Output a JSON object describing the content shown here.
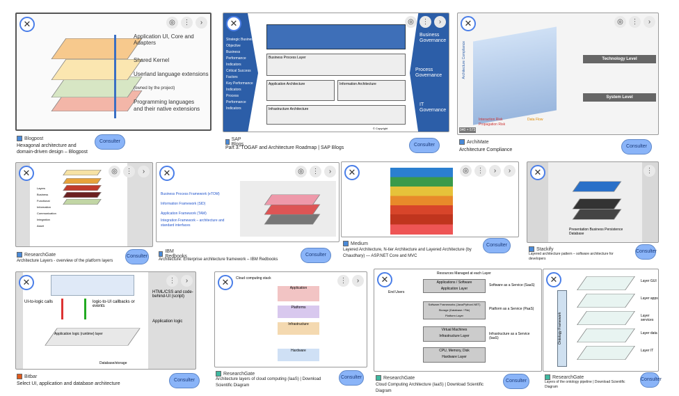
{
  "consult_label": "Consulter",
  "results": [
    {
      "source": "Blogpost",
      "caption": "Hexagonal architecture and domain-driven design – Blogpost",
      "image_texts": [
        "Application UI, Core and Adapters",
        "Shared Kernel",
        "Userland language extensions",
        "(owned by the project)",
        "Programming languages",
        "and their native extensions"
      ]
    },
    {
      "source": "SAP Blogs",
      "caption": "Part 3. TOGAF and Architecture Roadmap | SAP Blogs",
      "image_texts": [
        "Strategic Business Objective",
        "Business Performance Indicators",
        "Critical Success Factors",
        "Key Performance Indicators",
        "Process Performance Indicators",
        "Business Governance",
        "Process Governance",
        "IT Governance",
        "Business Process Layer",
        "Application Architecture",
        "Information Architecture",
        "Infrastructure Architecture",
        "© Copyright"
      ]
    },
    {
      "source": "ArchiMate",
      "caption": "Architecture Compliance",
      "image_texts": [
        "Technology Level",
        "System Level",
        "Architecture Compliance",
        "Interaction Risk",
        "Propagation Risk",
        "Data Flow",
        "940 × 573"
      ]
    },
    {
      "source": "ResearchGate",
      "caption": "Architecture Layers - overview of the platform layers",
      "image_texts": [
        "Layers",
        "Business",
        "Functional",
        "Information",
        "Communication",
        "Integration",
        "Asset"
      ]
    },
    {
      "source": "IBM Redbooks",
      "caption": "Architecture: Enterprise architecture framework – IBM Redbooks",
      "image_texts": [
        "Business Process Framework (eTOM)",
        "Information Framework (SID)",
        "Application Framework (TAM)",
        "Integration Framework – architecture and standard interfaces"
      ]
    },
    {
      "source": "Medium",
      "caption": "Layered Architecture, N-tier Architecture and Layered Architecture (by Chaudhary) — ASP.NET Core and MVC",
      "image_texts": []
    },
    {
      "source": "Stackify",
      "caption": "Layered architecture pattern – software architecture for developers",
      "image_texts": [
        "Presentation",
        "Business",
        "Persistence",
        "Database"
      ]
    },
    {
      "source": "Bitbar",
      "caption": "Select UI, application and database architecture",
      "image_texts": [
        "UI-to-logic calls",
        "logic-to-UI callbacks or events",
        "HTML/CSS and code-behind-UI (script)",
        "Application logic",
        "Application logic (runtime) layer",
        "Database/storage"
      ]
    },
    {
      "source": "ResearchGate",
      "caption": "Architecture layers of cloud computing (IaaS) | Download Scientific Diagram",
      "image_texts": [
        "Cloud computing stack",
        "Application",
        "Platforms",
        "Infrastructure",
        "Hardware"
      ]
    },
    {
      "source": "ResearchGate",
      "caption": "Cloud Computing Architecture (IaaS) | Download Scientific Diagram",
      "image_texts": [
        "Resources Managed at each Layer",
        "End Users",
        "Applications / Software",
        "Application Layer",
        "Software as a Service (SaaS)",
        "Software Frameworks (Java/Python/.NET) Storage (Database / File)",
        "Platform Layer",
        "Platform as a Service (PaaS)",
        "Virtual Machines",
        "Infrastructure Layer",
        "Infrastructure as a Service (IaaS)",
        "CPU, Memory, Disk",
        "Hardware Layer"
      ]
    },
    {
      "source": "ResearchGate",
      "caption": "Layers of the ontology pipeline | Download Scientific Diagram",
      "image_texts": [
        "Ontology Framework",
        "Layer GUI",
        "Layer apps",
        "Layer services",
        "Layer data",
        "Layer IT"
      ]
    }
  ]
}
